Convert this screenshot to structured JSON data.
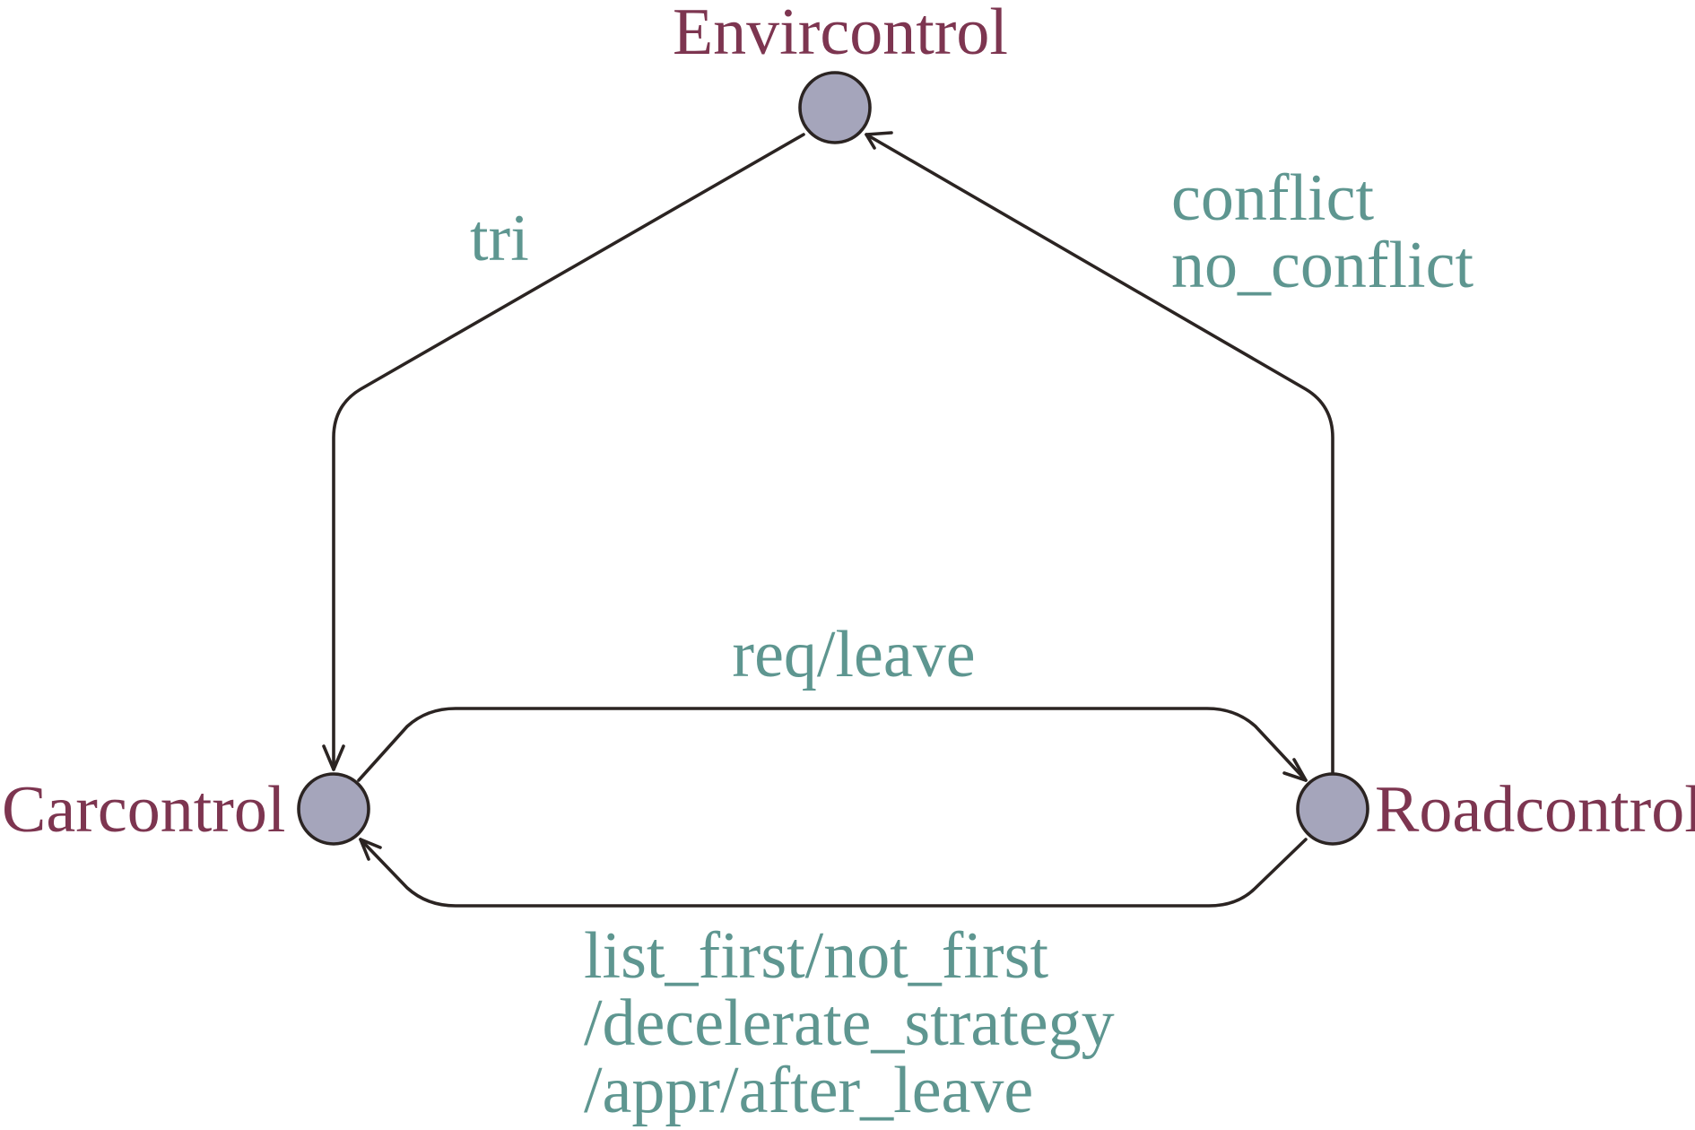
{
  "colors": {
    "node_label": "#7d3550",
    "edge_label": "#5e9690",
    "node_fill": "#a5a5bb",
    "stroke": "#2b2422"
  },
  "nodes": {
    "envircontrol": {
      "label": "Envircontrol"
    },
    "carcontrol": {
      "label": "Carcontrol"
    },
    "roadcontrol": {
      "label": "Roadcontrol"
    }
  },
  "edges": {
    "tri": {
      "label": "tri"
    },
    "conflict": {
      "lines": [
        "conflict",
        "no_conflict"
      ]
    },
    "req_leave": {
      "label": "req/leave"
    },
    "road_to_car": {
      "lines": [
        "list_first/not_first",
        "/decelerate_strategy",
        "/appr/after_leave"
      ]
    }
  }
}
